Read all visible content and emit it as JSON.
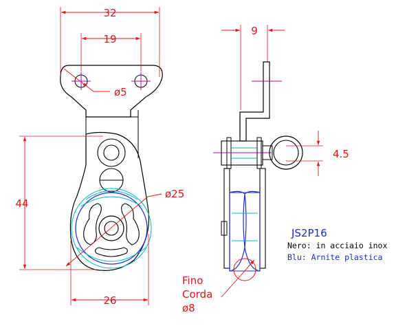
{
  "dimensions": {
    "overall_width_top": "32",
    "hole_spacing": "19",
    "hole_diameter": "ø5",
    "height": "44",
    "sheave_diameter": "ø25",
    "base_width": "26",
    "side_thickness": "9",
    "ring_offset": "4.5"
  },
  "rope_note": {
    "line1": "Fino",
    "line2": "Corda",
    "line3": "ø8"
  },
  "product": {
    "code": "JS2P16",
    "legend_black": "Nero: in acciaio inox",
    "legend_blue": "Blu: Arnite plastica"
  },
  "colors": {
    "outline": "#000000",
    "dimension": "#e0161b",
    "plastic": "#1d2bd6",
    "centerline": "#b000b0",
    "hidden": "#00b5c6",
    "code": "#1d2bd6"
  }
}
